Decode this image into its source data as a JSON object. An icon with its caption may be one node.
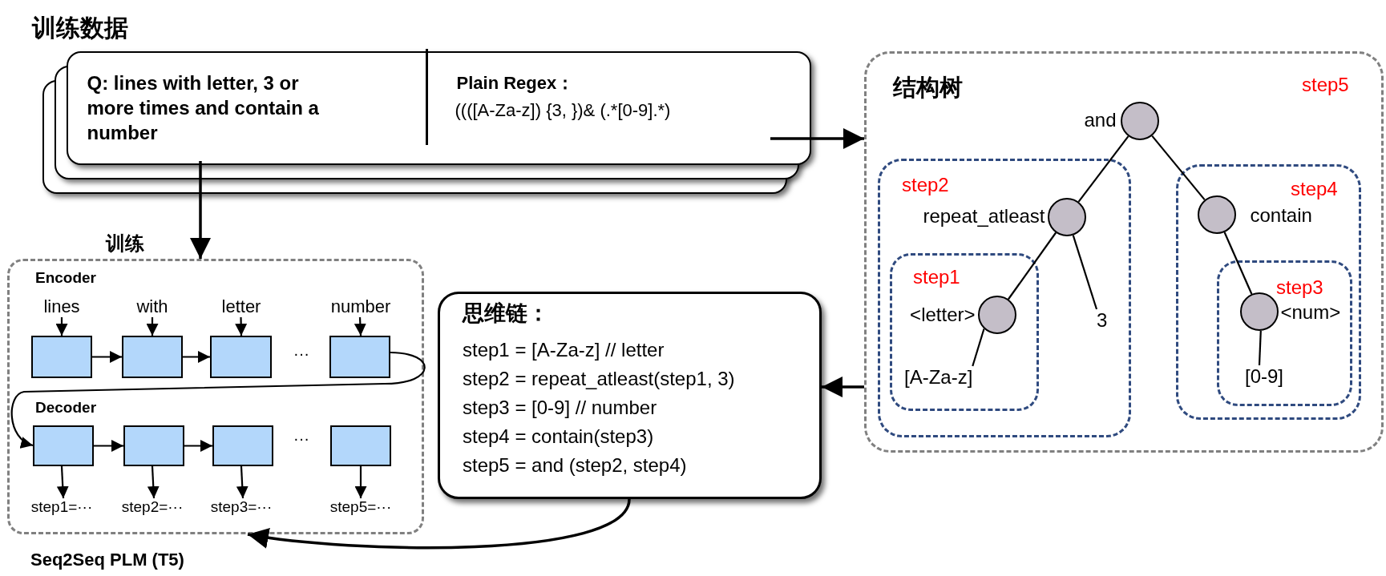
{
  "diagram": {
    "nodes": [
      {
        "text": [
          "训练数据"
        ]
      },
      {
        "text": [
          "Q: lines with letter, 3 or more times and contain a number"
        ],
        "in": 0
      },
      {
        "text": [
          "Plain Regex：",
          "((([A-Za-z]) {3, })& (.*[0-9].*)"
        ],
        "in": 0
      },
      {
        "text": [
          "结构树",
          "step5"
        ]
      },
      {
        "text": [],
        "shape": "circle",
        "in": 3,
        "beside": [
          "and"
        ]
      },
      {
        "text": [
          "step2"
        ],
        "in": 3
      },
      {
        "text": [],
        "shape": "circle",
        "in": 5,
        "beside": [
          "repeat_atleast"
        ]
      },
      {
        "text": [
          "3"
        ],
        "in": 5
      },
      {
        "text": [
          "step1"
        ],
        "in": 5
      },
      {
        "text": [],
        "shape": "circle",
        "in": 8,
        "beside": [
          "<letter>"
        ]
      },
      {
        "text": [
          "[A-Za-z]"
        ],
        "in": 8
      },
      {
        "text": [
          "step4"
        ],
        "in": 3
      },
      {
        "text": [],
        "shape": "circle",
        "in": 11,
        "beside": [
          "contain"
        ]
      },
      {
        "text": [
          "step3"
        ],
        "in": 11
      },
      {
        "text": [],
        "shape": "circle",
        "in": 13,
        "beside": [
          "<num>"
        ]
      },
      {
        "text": [
          "[0-9]"
        ],
        "in": 13
      },
      {
        "text": [
          "思维链：",
          "step1 = [A-Za-z] // letter",
          "step2 = repeat_atleast(step1, 3)",
          "step3 = [0-9] // number",
          "step4 = contain(step3)",
          "step5 = and (step2, step4)"
        ]
      },
      {
        "text": [
          "Encoder",
          "Decoder"
        ],
        "beside": [
          "Seq2Seq PLM (T5)"
        ]
      },
      {
        "text": [
          "lines"
        ],
        "in": 17
      },
      {
        "text": [
          "with"
        ],
        "in": 17
      },
      {
        "text": [
          "letter"
        ],
        "in": 17
      },
      {
        "text": [
          "number"
        ],
        "in": 17
      },
      {
        "text": [],
        "shape": "box",
        "in": 17
      },
      {
        "text": [],
        "shape": "box",
        "in": 17
      },
      {
        "text": [],
        "shape": "box",
        "in": 17
      },
      {
        "text": [],
        "shape": "box",
        "in": 17
      },
      {
        "text": [],
        "shape": "box",
        "in": 17
      },
      {
        "text": [],
        "shape": "box",
        "in": 17
      },
      {
        "text": [],
        "shape": "box",
        "in": 17
      },
      {
        "text": [],
        "shape": "box",
        "in": 17
      },
      {
        "text": [
          "step1=···"
        ],
        "in": 17
      },
      {
        "text": [
          "step2=···"
        ],
        "in": 17
      },
      {
        "text": [
          "step3=···"
        ],
        "in": 17
      },
      {
        "text": [
          "step5=···"
        ],
        "in": 17
      }
    ],
    "edges": [
      {
        "from": 1,
        "to": 17,
        "arrow": "to",
        "label": "训练"
      },
      {
        "from": 2,
        "to": 3,
        "arrow": "to"
      },
      {
        "from": 3,
        "to": 16,
        "arrow": "to"
      },
      {
        "from": 16,
        "to": 17,
        "arrow": "to"
      },
      {
        "from": 4,
        "to": 6,
        "arrow": "none"
      },
      {
        "from": 4,
        "to": 12,
        "arrow": "none"
      },
      {
        "from": 6,
        "to": 9,
        "arrow": "none"
      },
      {
        "from": 6,
        "to": 7,
        "arrow": "none"
      },
      {
        "from": 9,
        "to": 10,
        "arrow": "none"
      },
      {
        "from": 12,
        "to": 14,
        "arrow": "none"
      },
      {
        "from": 14,
        "to": 15,
        "arrow": "none"
      },
      {
        "from": 18,
        "to": 22,
        "arrow": "to"
      },
      {
        "from": 19,
        "to": 23,
        "arrow": "to"
      },
      {
        "from": 20,
        "to": 24,
        "arrow": "to"
      },
      {
        "from": 21,
        "to": 25,
        "arrow": "to"
      },
      {
        "from": 22,
        "to": 23,
        "arrow": "to"
      },
      {
        "from": 23,
        "to": 24,
        "arrow": "to"
      },
      {
        "from": 25,
        "to": 26,
        "arrow": "to"
      },
      {
        "from": 26,
        "to": 27,
        "arrow": "to"
      },
      {
        "from": 27,
        "to": 28,
        "arrow": "to"
      },
      {
        "from": 26,
        "to": 30,
        "arrow": "to"
      },
      {
        "from": 27,
        "to": 31,
        "arrow": "to"
      },
      {
        "from": 28,
        "to": 32,
        "arrow": "to"
      },
      {
        "from": 29,
        "to": 33,
        "arrow": "to"
      }
    ],
    "labels": [
      "···",
      "···"
    ]
  }
}
